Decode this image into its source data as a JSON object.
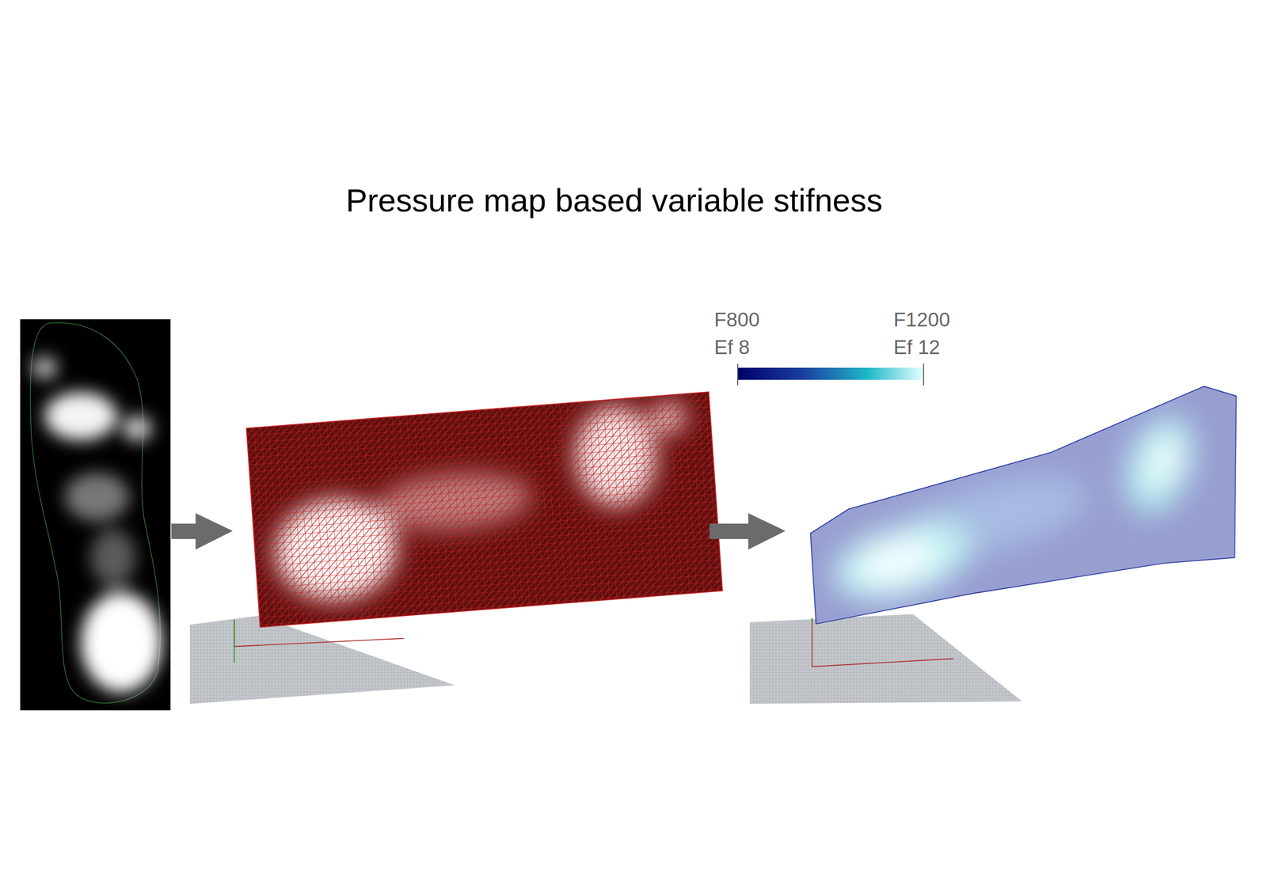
{
  "diagram": {
    "title": "Pressure map based variable stifness",
    "labels": [
      "F800",
      "Ef 8",
      "F1200",
      "Ef 12"
    ]
  }
}
